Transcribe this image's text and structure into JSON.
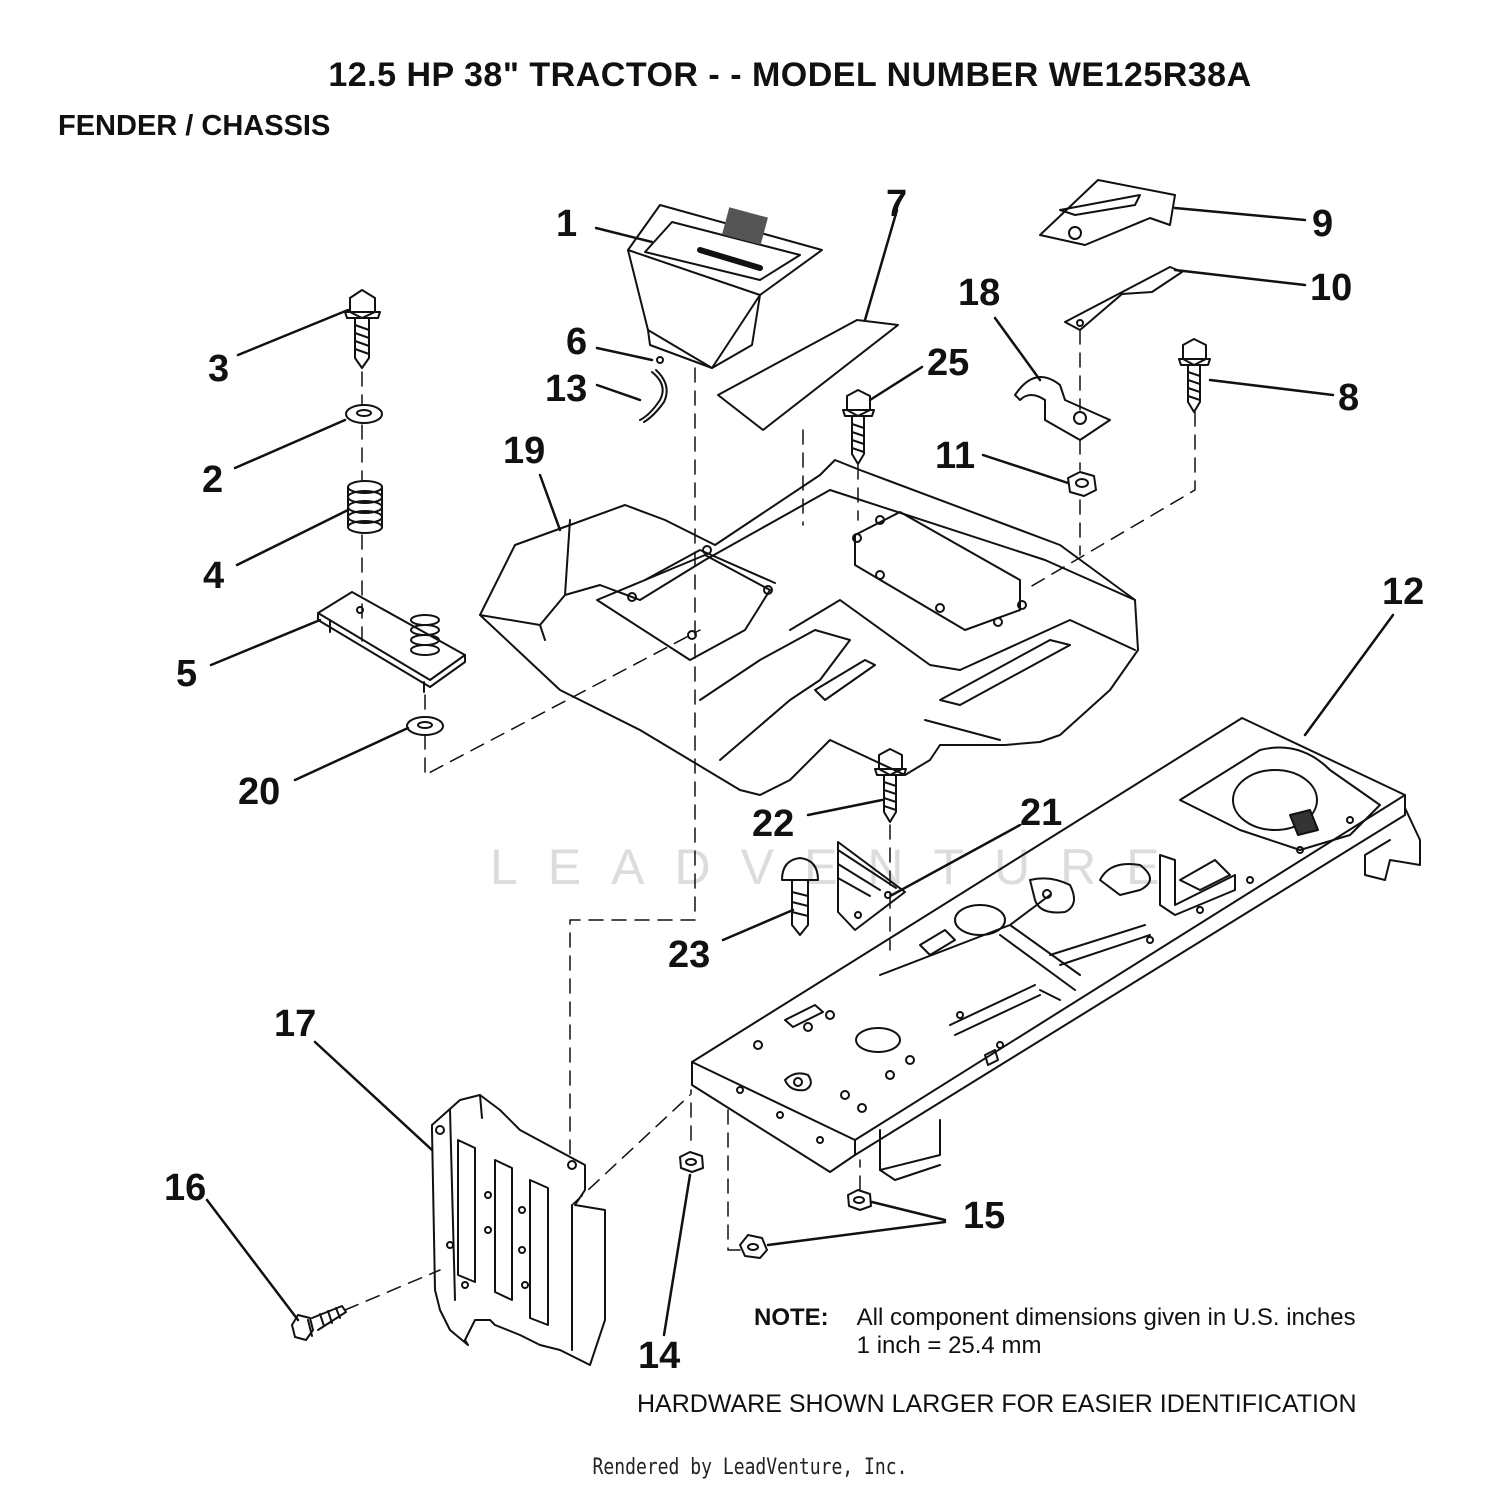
{
  "header": {
    "title": "12.5 HP 38\" TRACTOR - - MODEL NUMBER WE125R38A",
    "subtitle": "FENDER / CHASSIS"
  },
  "callouts": [
    {
      "id": "c1",
      "label": "1"
    },
    {
      "id": "c2",
      "label": "2"
    },
    {
      "id": "c3",
      "label": "3"
    },
    {
      "id": "c4",
      "label": "4"
    },
    {
      "id": "c5",
      "label": "5"
    },
    {
      "id": "c6",
      "label": "6"
    },
    {
      "id": "c7",
      "label": "7"
    },
    {
      "id": "c8",
      "label": "8"
    },
    {
      "id": "c9",
      "label": "9"
    },
    {
      "id": "c10",
      "label": "10"
    },
    {
      "id": "c11",
      "label": "11"
    },
    {
      "id": "c12",
      "label": "12"
    },
    {
      "id": "c13",
      "label": "13"
    },
    {
      "id": "c14",
      "label": "14"
    },
    {
      "id": "c15",
      "label": "15"
    },
    {
      "id": "c16",
      "label": "16"
    },
    {
      "id": "c17",
      "label": "17"
    },
    {
      "id": "c18",
      "label": "18"
    },
    {
      "id": "c19",
      "label": "19"
    },
    {
      "id": "c20",
      "label": "20"
    },
    {
      "id": "c21",
      "label": "21"
    },
    {
      "id": "c22",
      "label": "22"
    },
    {
      "id": "c23",
      "label": "23"
    },
    {
      "id": "c25",
      "label": "25"
    }
  ],
  "note": {
    "label": "NOTE:",
    "line1": "All component dimensions given in U.S. inches",
    "line2": "1 inch = 25.4 mm"
  },
  "hardware_note": "HARDWARE SHOWN LARGER FOR EASIER IDENTIFICATION",
  "credit": "Rendered by LeadVenture, Inc.",
  "watermark": "LEADVENTURE"
}
